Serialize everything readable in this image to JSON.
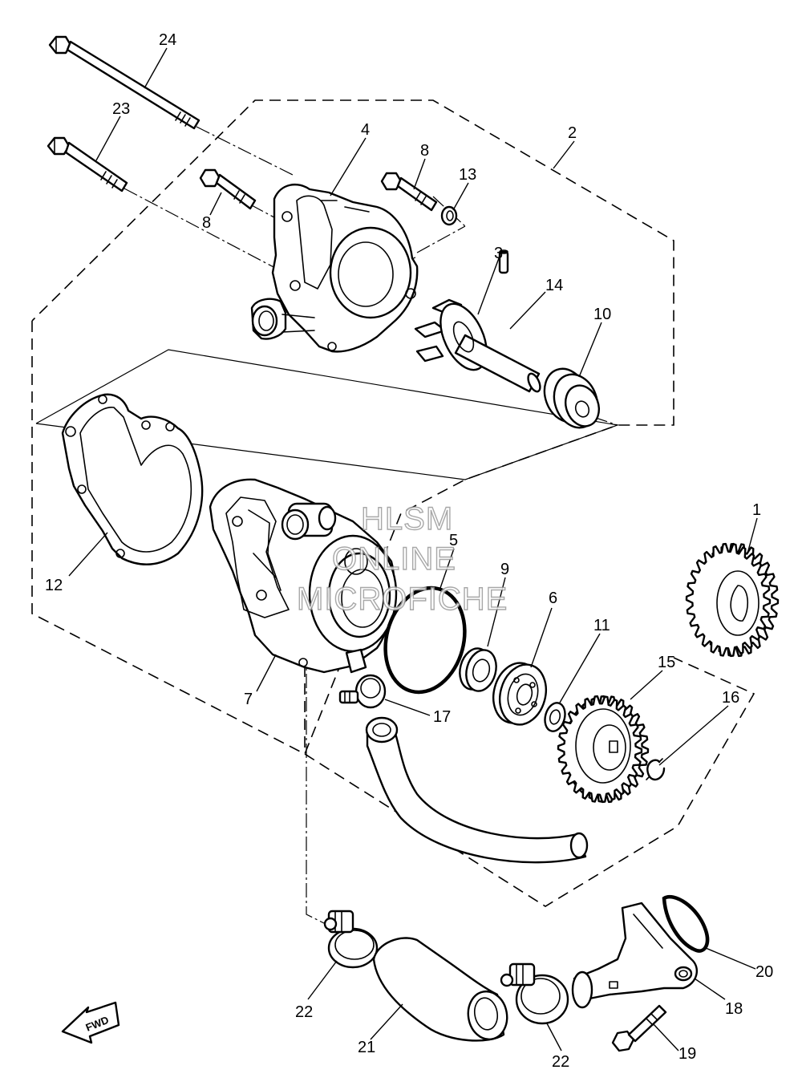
{
  "watermark": {
    "line1": "HLSM",
    "line2": "ONLINE",
    "line3": "MICROFICHE"
  },
  "fwd_label": "FWD",
  "callouts": {
    "c1": "1",
    "c2": "2",
    "c3": "3",
    "c4": "4",
    "c5": "5",
    "c6": "6",
    "c7": "7",
    "c8a": "8",
    "c8b": "8",
    "c9": "9",
    "c10": "10",
    "c11": "11",
    "c12": "12",
    "c13": "13",
    "c14": "14",
    "c15": "15",
    "c16": "16",
    "c17": "17",
    "c18": "18",
    "c19": "19",
    "c20": "20",
    "c21": "21",
    "c22a": "22",
    "c22b": "22",
    "c23": "23",
    "c24": "24"
  }
}
